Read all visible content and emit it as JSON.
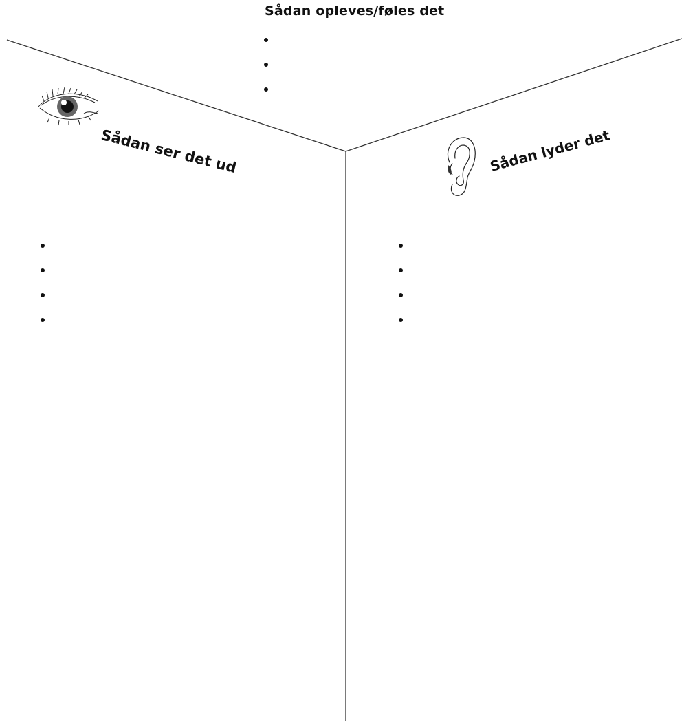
{
  "sections": {
    "top": {
      "heading": "Sådan opleves/føles det",
      "bullet_count": 3,
      "icon": "none"
    },
    "left": {
      "heading": "Sådan ser det ud",
      "bullet_count": 4,
      "icon": "eye-icon"
    },
    "right": {
      "heading": "Sådan lyder det",
      "bullet_count": 4,
      "icon": "ear-icon"
    }
  },
  "colors": {
    "line": "#333333",
    "text": "#111111",
    "background": "#ffffff"
  }
}
